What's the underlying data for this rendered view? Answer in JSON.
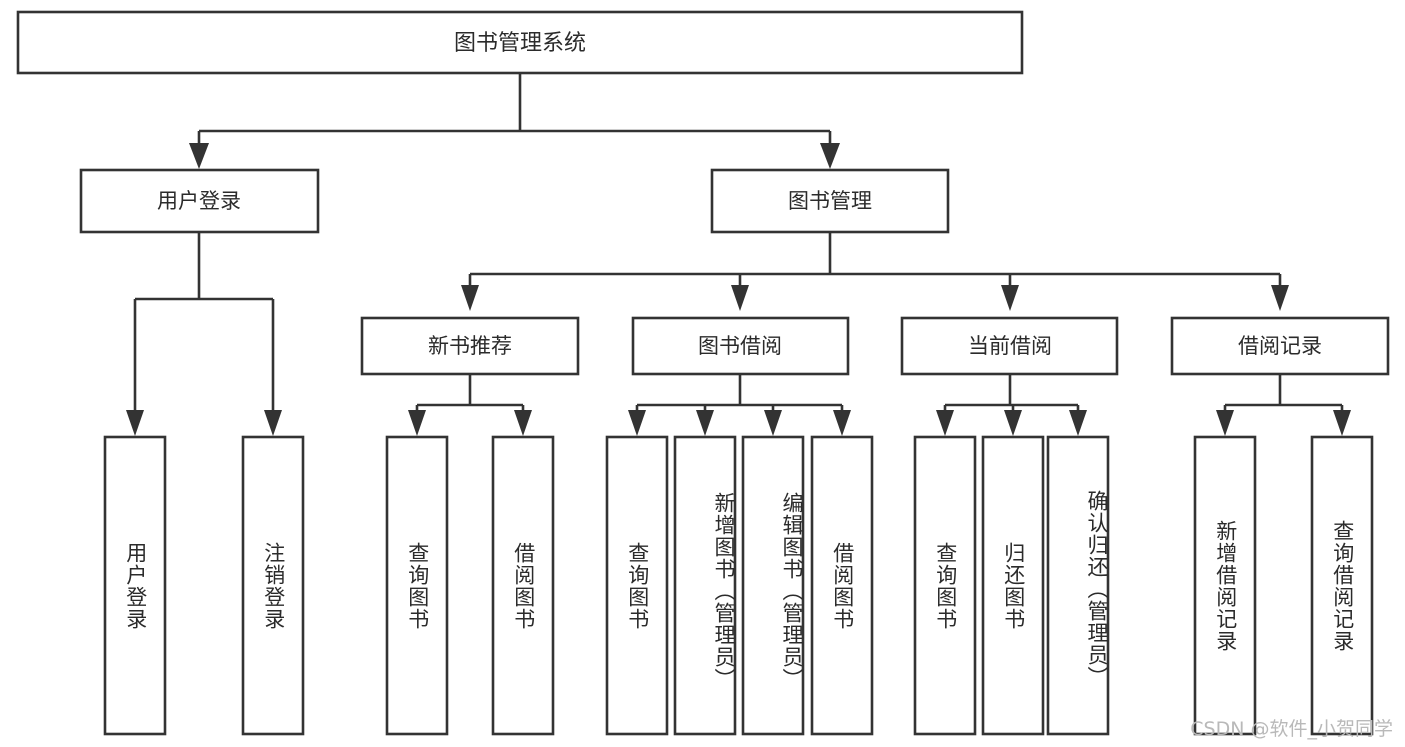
{
  "diagram": {
    "title": "图书管理系统",
    "watermark": "CSDN @软件_小贺同学",
    "colors": {
      "stroke": "#333333",
      "box_fill": "#ffffff",
      "text": "#2b2b2b",
      "watermark": "#b9b9b9",
      "background": "#ffffff"
    },
    "root": {
      "label": "图书管理系统"
    },
    "level2": [
      {
        "label": "用户登录"
      },
      {
        "label": "图书管理"
      }
    ],
    "level3": [
      {
        "label": "新书推荐"
      },
      {
        "label": "图书借阅"
      },
      {
        "label": "当前借阅"
      },
      {
        "label": "借阅记录"
      }
    ],
    "leaves": {
      "user_login": [
        {
          "label": "用户登录"
        },
        {
          "label": "注销登录"
        }
      ],
      "new_book_recommend": [
        {
          "label": "查询图书"
        },
        {
          "label": "借阅图书"
        }
      ],
      "book_borrow": [
        {
          "label": "查询图书"
        },
        {
          "label": "新增图书（管理员）"
        },
        {
          "label": "编辑图书（管理员）"
        },
        {
          "label": "借阅图书"
        }
      ],
      "current_borrow": [
        {
          "label": "查询图书"
        },
        {
          "label": "归还图书"
        },
        {
          "label": "确认归还（管理员）"
        }
      ],
      "borrow_record": [
        {
          "label": "新增借阅记录"
        },
        {
          "label": "查询借阅记录"
        }
      ]
    }
  }
}
